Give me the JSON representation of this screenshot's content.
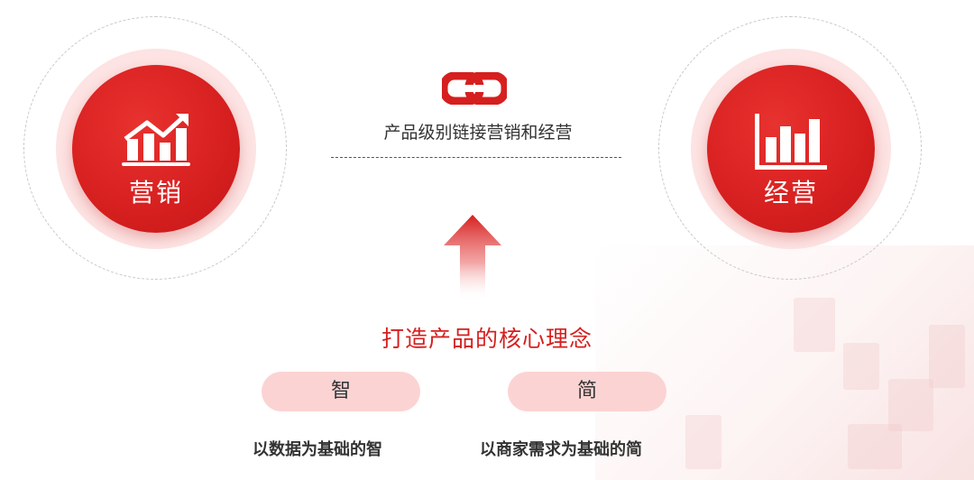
{
  "marketing": {
    "label": "营销",
    "icon": "rising-chart-icon"
  },
  "operation": {
    "label": "经营",
    "icon": "bar-chart-icon"
  },
  "link": {
    "icon": "chain-link-icon",
    "caption": "产品级别链接营销和经营"
  },
  "concept": {
    "title": "打造产品的核心理念",
    "items": [
      {
        "name": "智",
        "description": "以数据为基础的智"
      },
      {
        "name": "简",
        "description": "以商家需求为基础的简"
      }
    ]
  },
  "colors": {
    "accent": "#d61f1f",
    "pill": "#fcd3d3",
    "text": "#333333",
    "ring": "#fde3e3"
  }
}
